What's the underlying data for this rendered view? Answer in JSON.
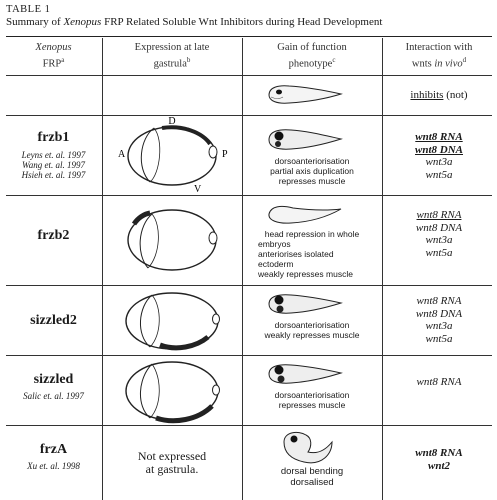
{
  "table": {
    "label": "TABLE 1",
    "caption_pre": "Summary of ",
    "caption_italic": "Xenopus",
    "caption_post": " FRP Related Soluble Wnt Inhibitors during Head Development"
  },
  "headers": {
    "col1_italic": "Xenopus",
    "col1_rest": "FRP",
    "col1_sup": "a",
    "col2_line1": "Expression at late",
    "col2_line2": "gastrula",
    "col2_sup": "b",
    "col3_line1": "Gain of function",
    "col3_line2": "phenotype",
    "col3_sup": "c",
    "col4_line1": "Interaction with",
    "col4_line2_pre": "wnts ",
    "col4_line2_it": "in vivo",
    "col4_sup": "d"
  },
  "row0": {
    "interaction_main": "inhibits",
    "interaction_rest": " (not)"
  },
  "rows": [
    {
      "gene": "frzb1",
      "refs": [
        "Leyns et. al. 1997",
        "Wang et. al. 1997",
        "Hsieh et. al. 1997"
      ],
      "diagram_labels": {
        "d": "D",
        "a": "A",
        "p": "P",
        "v": "V"
      },
      "phenotype": [
        "dorsoanteriorisation",
        "partial axis duplication",
        "represses muscle"
      ],
      "wnts": [
        "wnt8 RNA",
        "wnt8 DNA",
        "wnt3a",
        "wnt5a"
      ]
    },
    {
      "gene": "frzb2",
      "refs": [],
      "phenotype": [
        "head repression in whole",
        "embryos",
        "anteriorises isolated",
        "ectoderm",
        "weakly represses muscle"
      ],
      "wnts": [
        "wnt8 RNA",
        "wnt8 DNA",
        "wnt3a",
        "wnt5a"
      ]
    },
    {
      "gene": "sizzled2",
      "refs": [],
      "phenotype": [
        "dorsoanteriorisation",
        "weakly represses muscle"
      ],
      "wnts": [
        "wnt8 RNA",
        "wnt8 DNA",
        "wnt3a",
        "wnt5a"
      ]
    },
    {
      "gene": "sizzled",
      "refs": [
        "Salic et. al. 1997"
      ],
      "phenotype": [
        "dorsoanteriorisation",
        "represses muscle"
      ],
      "wnts": [
        "wnt8 RNA"
      ]
    },
    {
      "gene": "frzA",
      "refs": [
        "Xu et. al. 1998"
      ],
      "expression_text": [
        "Not expressed",
        "at gastrula."
      ],
      "phenotype": [
        "dorsal bending",
        "dorsalised"
      ],
      "wnts": [
        "wnt8 RNA",
        "wnt2"
      ]
    }
  ]
}
